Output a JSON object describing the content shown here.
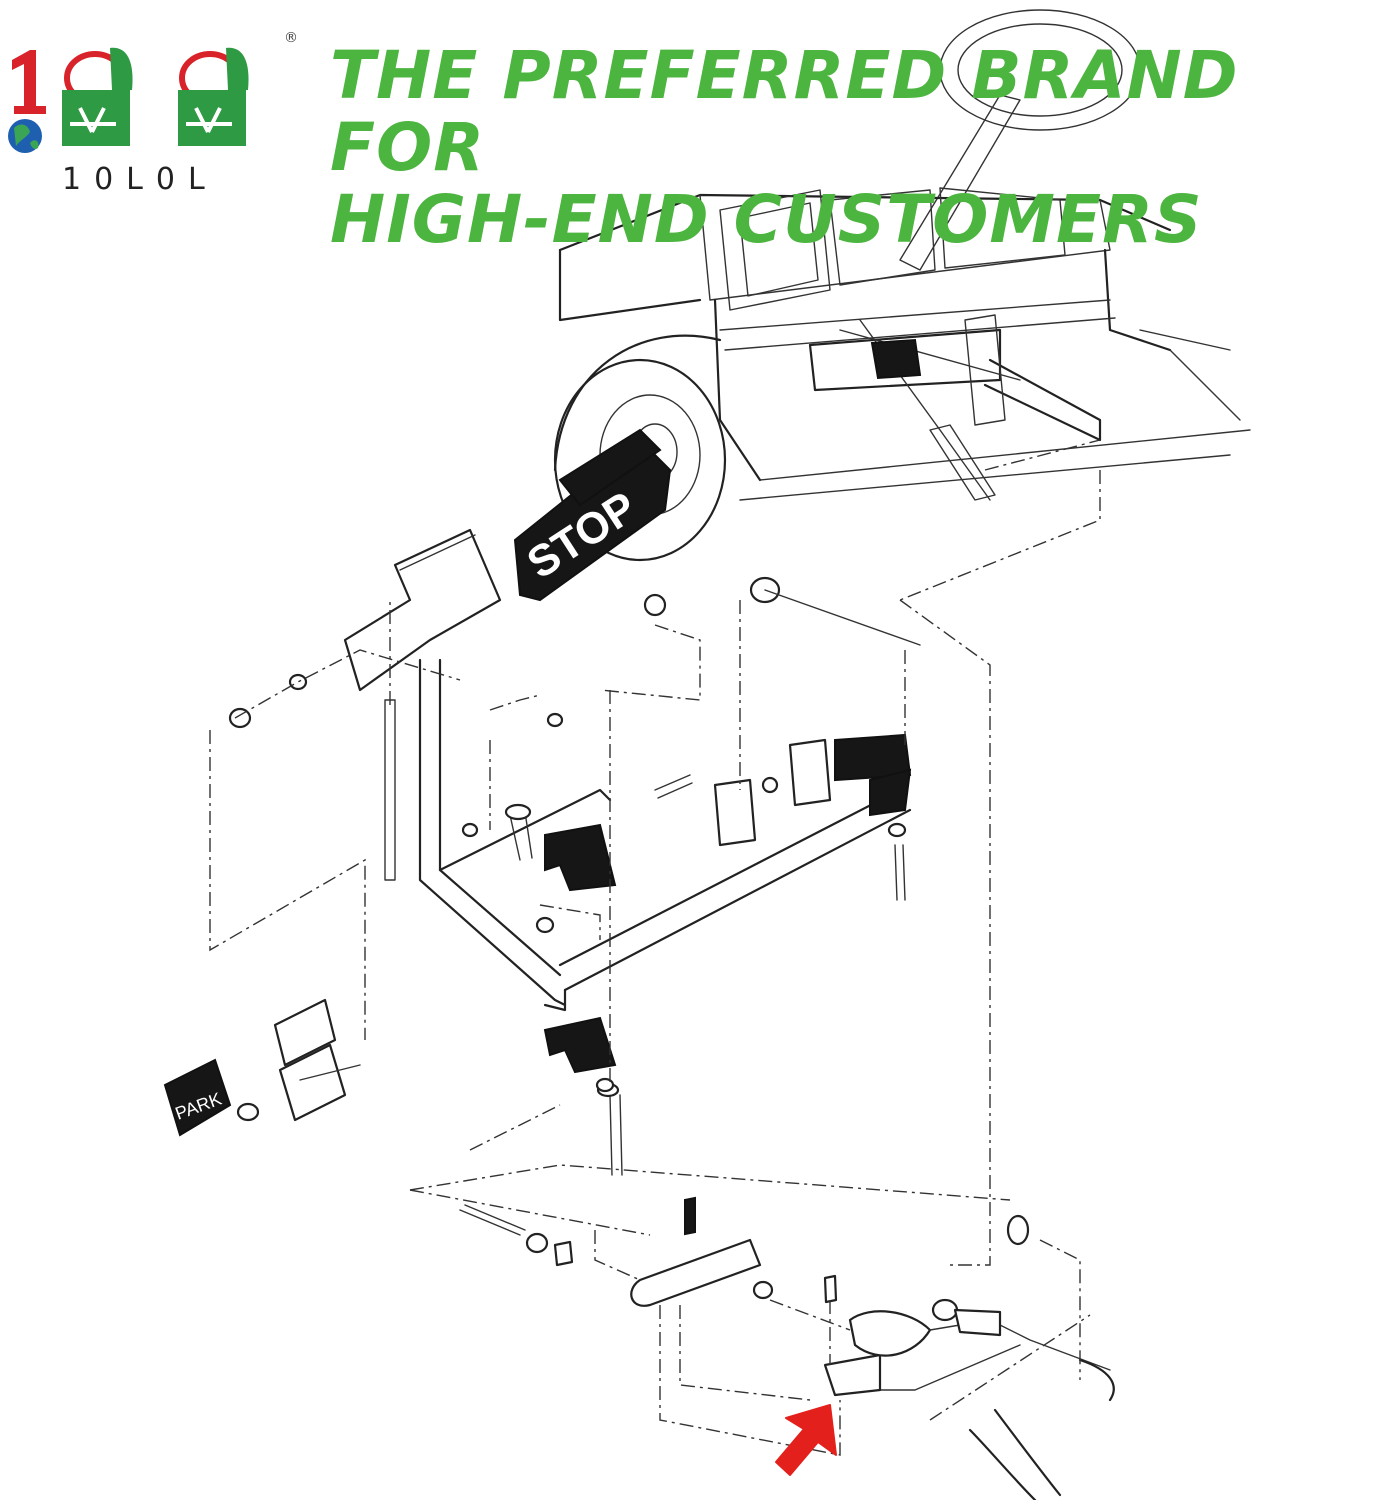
{
  "brand": {
    "logo_text": "10L0L",
    "registered_mark": "®",
    "colors": {
      "green": "#4cb53f",
      "red": "#d8232a",
      "logo_green": "#2f9a44"
    }
  },
  "headline": {
    "line1": "THE PREFERRED BRAND FOR",
    "line2": "HIGH-END CUSTOMERS"
  },
  "diagram": {
    "stop_label": "STOP",
    "park_label": "PARK",
    "callout_color": "#e3201b",
    "callout_icon": "red-arrow-icon"
  }
}
